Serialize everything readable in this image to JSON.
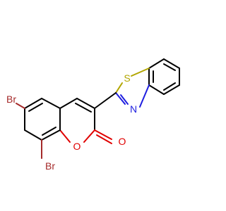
{
  "molecule": {
    "atom_labels": {
      "br_upper": "Br",
      "br_lower": "Br",
      "ring_oxygen": "O",
      "carbonyl_oxygen": "O",
      "sulfur": "S",
      "nitrogen": "N"
    },
    "colors": {
      "carbon_bonds": "#000000",
      "bromine": "#a52a2a",
      "oxygen": "#e00000",
      "sulfur": "#b2a600",
      "nitrogen": "#1f1fe0"
    }
  }
}
